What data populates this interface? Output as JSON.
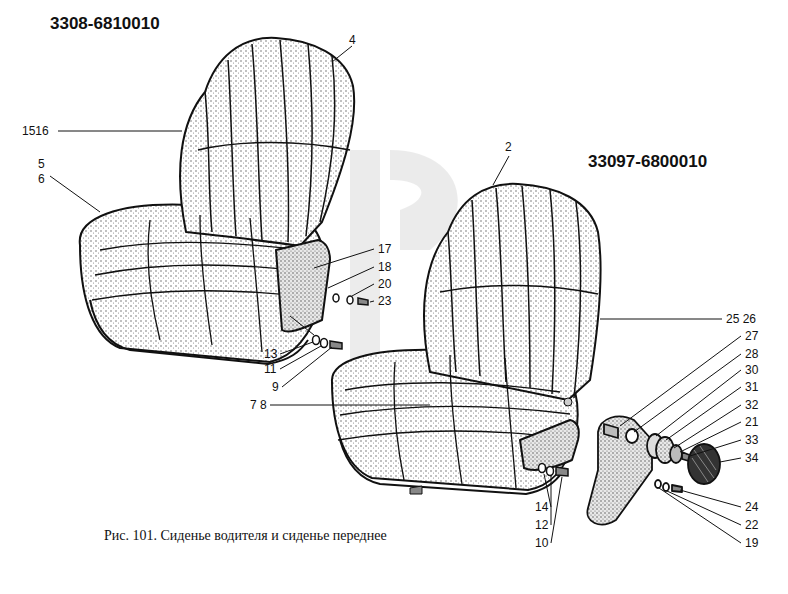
{
  "diagram": {
    "caption": "Рис. 101. Сиденье водителя и сиденье переднее",
    "labels": [
      "3308-6810010",
      "33097-6800010",
      "4",
      "1516",
      "5",
      "6",
      "2",
      "17",
      "18",
      "20",
      "23",
      "13",
      "11",
      "9",
      "7 8",
      "25 26",
      "27",
      "28",
      "30",
      "31",
      "32",
      "21",
      "33",
      "34",
      "24",
      "22",
      "19",
      "14",
      "12",
      "10"
    ]
  }
}
